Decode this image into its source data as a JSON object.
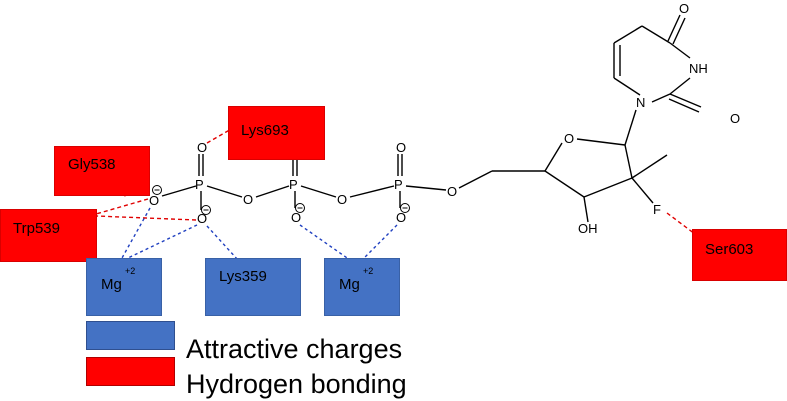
{
  "colors": {
    "hydrogen_bond": "#ff0000",
    "attractive": "#4472c4",
    "bond_line": "#000000"
  },
  "residues": {
    "lys693": "Lys693",
    "gly538": "Gly538",
    "trp539": "Trp539",
    "ser603": "Ser603",
    "lys359": "Lys359",
    "mg1": "Mg",
    "mg1_charge": "+2",
    "mg2": "Mg",
    "mg2_charge": "+2"
  },
  "atoms": {
    "o": "O",
    "p": "P",
    "f": "F",
    "oh": "OH",
    "n": "N",
    "nh": "NH"
  },
  "legend": {
    "attractive_label": "Attractive charges",
    "hbond_label": "Hydrogen bonding"
  }
}
